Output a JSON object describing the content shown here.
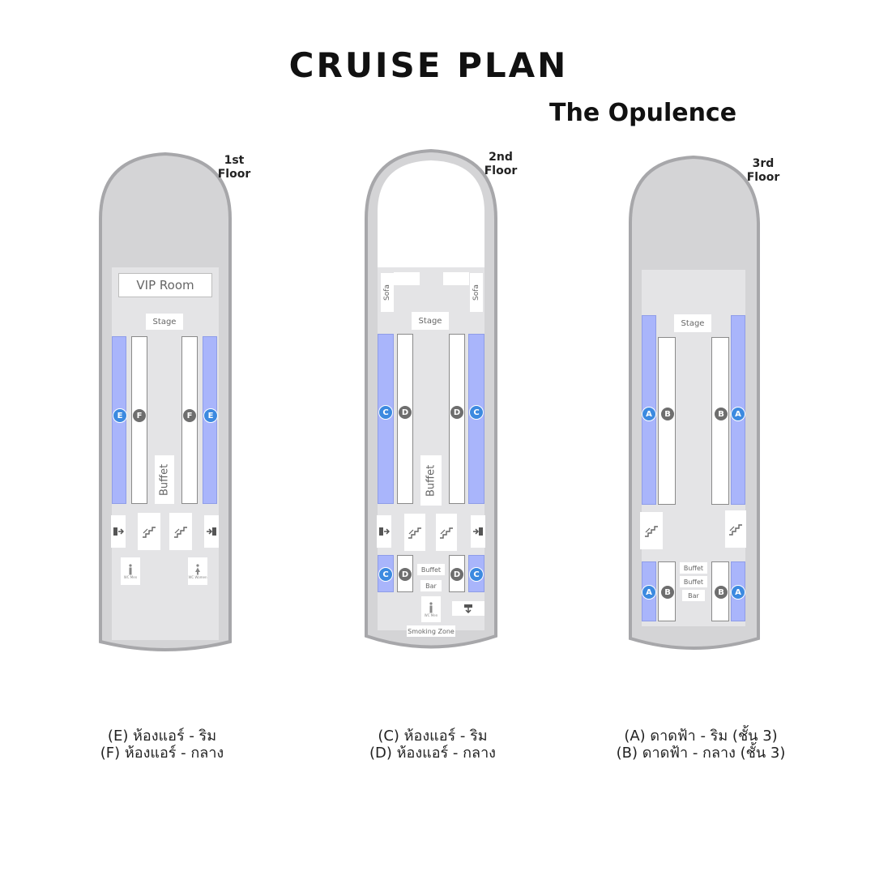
{
  "title": "CRUISE PLAN",
  "subtitle": "The Opulence",
  "colors": {
    "hull": "#d4d4d6",
    "hull_edge": "#a7a7aa",
    "blue_seat": "#a9b5fb",
    "badge_blue": "#3c8ae0",
    "badge_gray": "#6e6e6e"
  },
  "floors": {
    "f1": {
      "label_line1": "1st",
      "label_line2": "Floor",
      "vip": "VIP Room",
      "stage": "Stage",
      "buffet": "Buffet",
      "edge_zone": "E",
      "mid_zone": "F",
      "wc_left": "WC Men",
      "wc_right": "WC Women",
      "icons": [
        "exit-icon",
        "stairs-icon",
        "stairs-icon",
        "exit-icon",
        "male-wc-icon",
        "female-wc-icon"
      ]
    },
    "f2": {
      "label_line1": "2nd",
      "label_line2": "Floor",
      "sofa": "Sofa",
      "stage": "Stage",
      "buffet": "Buffet",
      "edge_zone": "C",
      "mid_zone": "D",
      "buffet_small": "Buffet",
      "bar": "Bar",
      "wc": "WC Men",
      "smoking": "Smoking Zone",
      "icons": [
        "exit-icon",
        "stairs-icon",
        "stairs-icon",
        "exit-icon",
        "male-wc-icon",
        "exit-down-icon"
      ]
    },
    "f3": {
      "label_line1": "3rd",
      "label_line2": "Floor",
      "stage": "Stage",
      "edge_zone": "A",
      "mid_zone": "B",
      "buffet_small_1": "Buffet",
      "buffet_small_2": "Buffet",
      "bar": "Bar",
      "icons": [
        "stairs-icon",
        "stairs-icon"
      ]
    }
  },
  "legend": {
    "f1": {
      "line1": "(E) ห้องแอร์ - ริม",
      "line2": "(F) ห้องแอร์ - กลาง"
    },
    "f2": {
      "line1": "(C) ห้องแอร์ - ริม",
      "line2": "(D) ห้องแอร์ - กลาง"
    },
    "f3": {
      "line1": "(A) ดาดฟ้า - ริม (ชั้น 3)",
      "line2": "(B) ดาดฟ้า - กลาง (ชั้น 3)"
    }
  }
}
